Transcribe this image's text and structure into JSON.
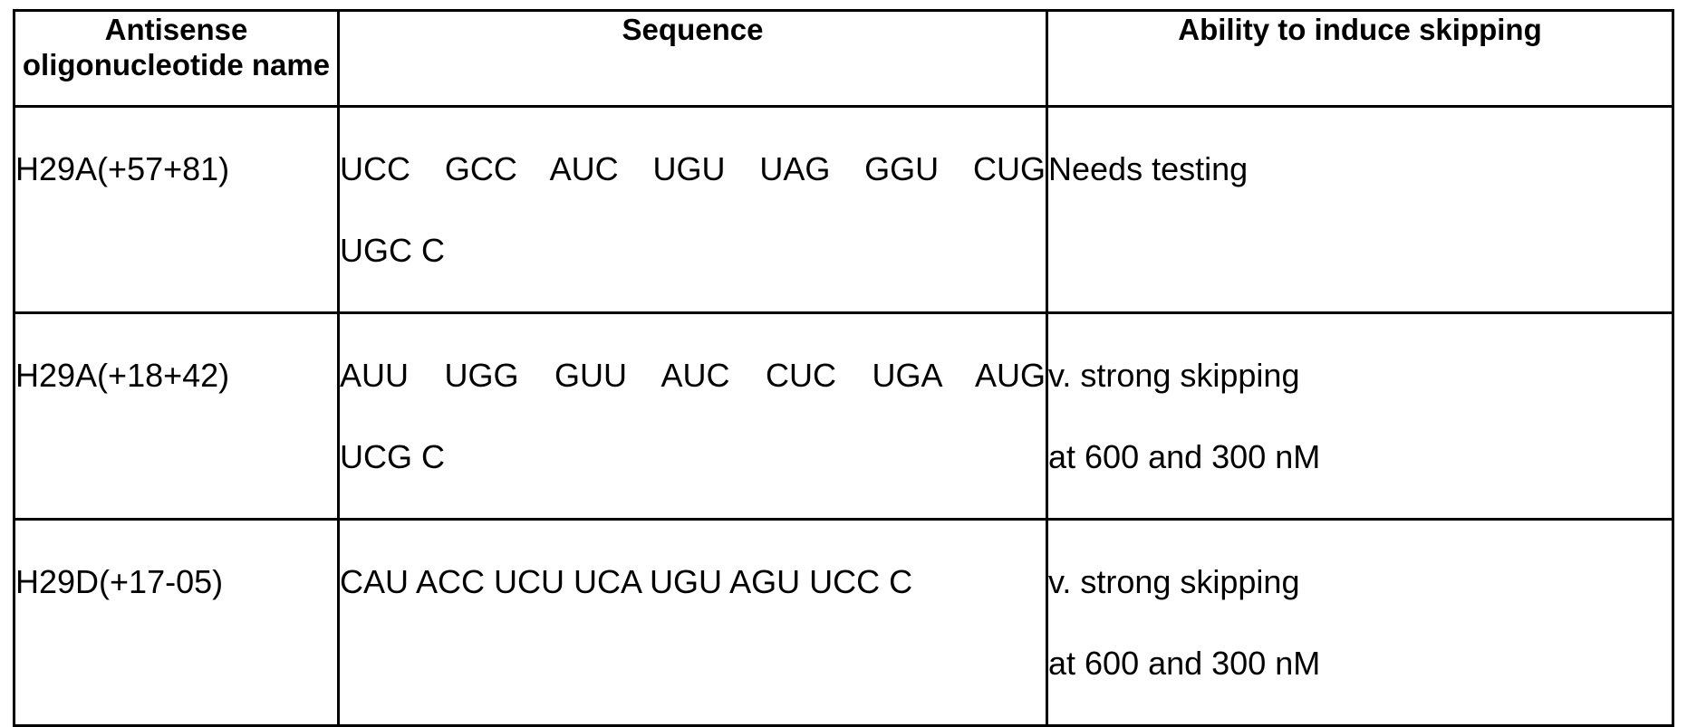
{
  "table": {
    "columns": [
      {
        "key": "name",
        "header": "Antisense oligonucleotide name"
      },
      {
        "key": "sequence",
        "header": "Sequence"
      },
      {
        "key": "ability",
        "header": "Ability to induce skipping"
      }
    ],
    "rows": [
      {
        "name": "H29A(+57+81)",
        "sequence_line1": "UCC GCC AUC UGU UAG GGU CUG",
        "sequence_line2": "UGC C",
        "sequence_full": "UCC GCC AUC UGU UAG GGU CUG UGC C",
        "ability_line1": "Needs testing",
        "ability_line2": ""
      },
      {
        "name": "H29A(+18+42)",
        "sequence_line1": "AUU UGG GUU AUC CUC UGA AUG",
        "sequence_line2": "UCG C",
        "sequence_full": "AUU UGG GUU AUC CUC UGA AUG UCG C",
        "ability_line1": "v. strong skipping",
        "ability_line2": "at 600 and 300 nM"
      },
      {
        "name": "H29D(+17-05)",
        "sequence_line1": "CAU ACC UCU UCA UGU AGU UCC C",
        "sequence_line2": "",
        "sequence_full": "CAU ACC UCU UCA UGU AGU UCC C",
        "ability_line1": "v. strong skipping",
        "ability_line2": "at 600 and 300 nM"
      }
    ]
  },
  "colors": {
    "border": "#000000",
    "text": "#000000",
    "background": "#ffffff"
  }
}
